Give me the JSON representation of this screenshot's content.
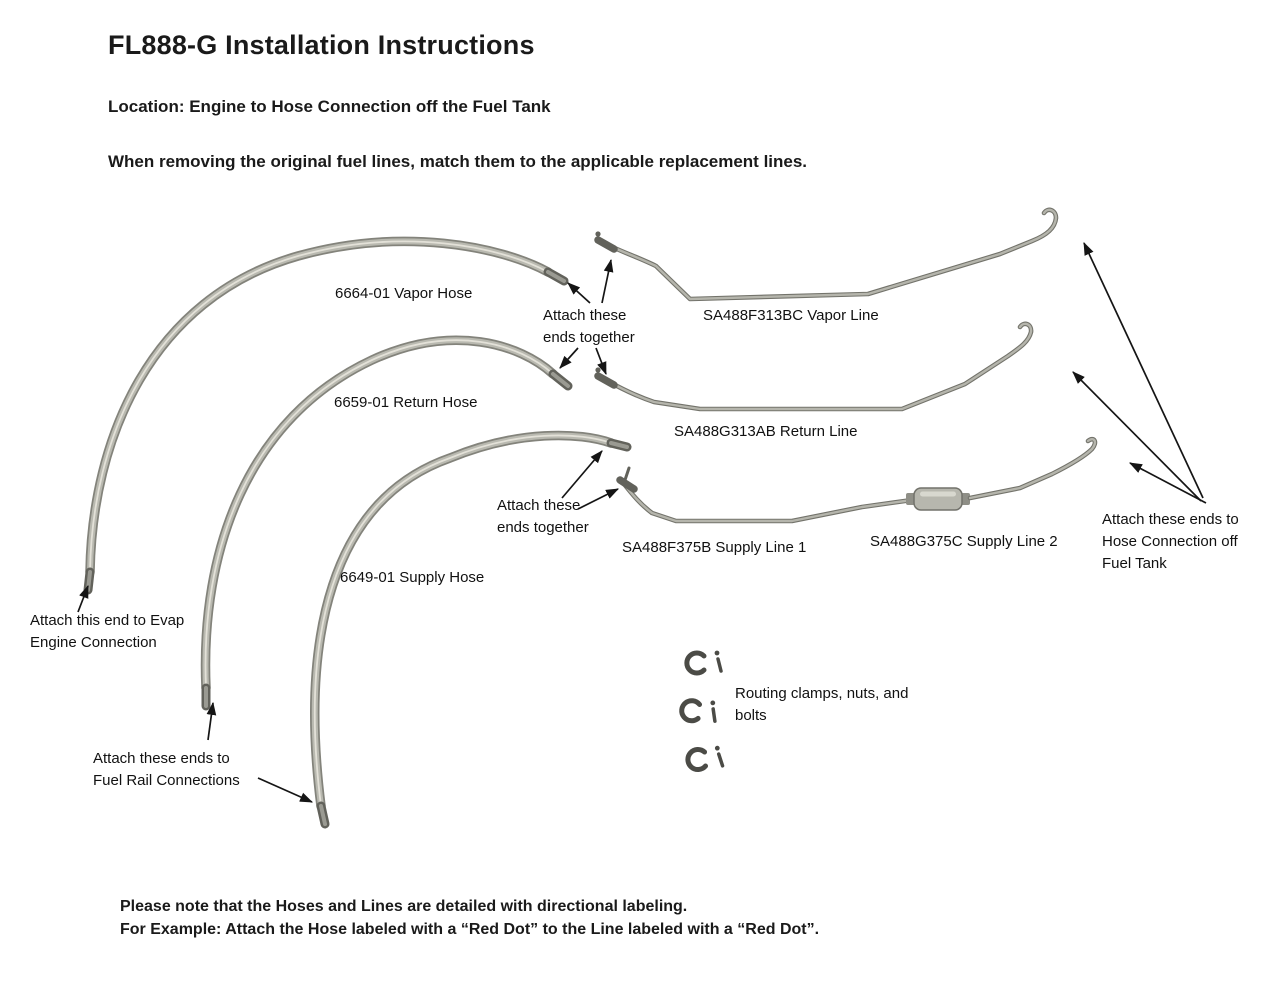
{
  "header": {
    "title": "FL888-G Installation Instructions",
    "location": "Location: Engine to Hose Connection off the Fuel Tank",
    "note": "When removing the original fuel lines, match them to the applicable replacement lines."
  },
  "diagram": {
    "vapor_hose_label": "6664-01 Vapor Hose",
    "vapor_line_label": "SA488F313BC Vapor Line",
    "return_hose_label": "6659-01 Return Hose",
    "return_line_label": "SA488G313AB Return Line",
    "supply_hose_label": "6649-01 Supply Hose",
    "supply_line1_label": "SA488F375B Supply Line 1",
    "supply_line2_label": "SA488G375C Supply Line 2",
    "attach_together_top": "Attach these\nends together",
    "attach_together_bottom": "Attach these\nends together",
    "attach_tank": "Attach these ends to\nHose Connection off\nFuel Tank",
    "attach_evap": "Attach this end to Evap\nEngine Connection",
    "attach_fuel_rail": "Attach these ends to\nFuel Rail Connections",
    "routing_clamps": "Routing clamps, nuts, and\nbolts"
  },
  "footer": {
    "note": "Please note that the Hoses and Lines are detailed with directional labeling.\nFor Example: Attach the Hose labeled with a “Red Dot” to the Line labeled with a “Red Dot”."
  },
  "colors": {
    "hose_outline": "#83837b",
    "hose_body": "#b9b9b0",
    "line_outline": "#73736b",
    "line_body": "#b5b5ac",
    "arrow": "#151515"
  }
}
